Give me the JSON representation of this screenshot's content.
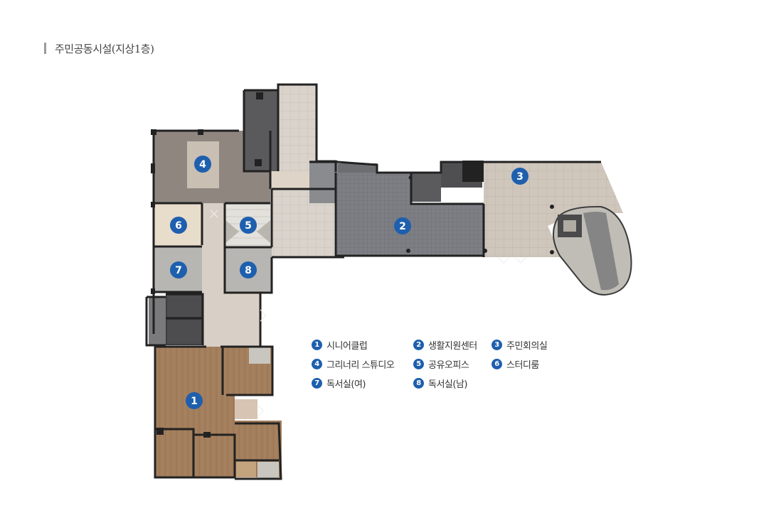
{
  "title": "주민공동시설(지상1층)",
  "colors": {
    "badge": "#1e5fae",
    "wall": "#222222",
    "wood_floor": "#a37e5c",
    "dark_grid": "#7d7f85",
    "light_tile": "#d9d3cb",
    "beige_tile": "#cfc6bc",
    "gray_room": "#b7b6b3",
    "taupe": "#8f8680"
  },
  "rooms": [
    {
      "num": "1",
      "name": "시니어클럽"
    },
    {
      "num": "2",
      "name": "생활지원센터"
    },
    {
      "num": "3",
      "name": "주민회의실"
    },
    {
      "num": "4",
      "name": "그리너리 스튜디오"
    },
    {
      "num": "5",
      "name": "공유오피스"
    },
    {
      "num": "6",
      "name": "스터디룸"
    },
    {
      "num": "7",
      "name": "독서실(여)"
    },
    {
      "num": "8",
      "name": "독서실(남)"
    }
  ]
}
